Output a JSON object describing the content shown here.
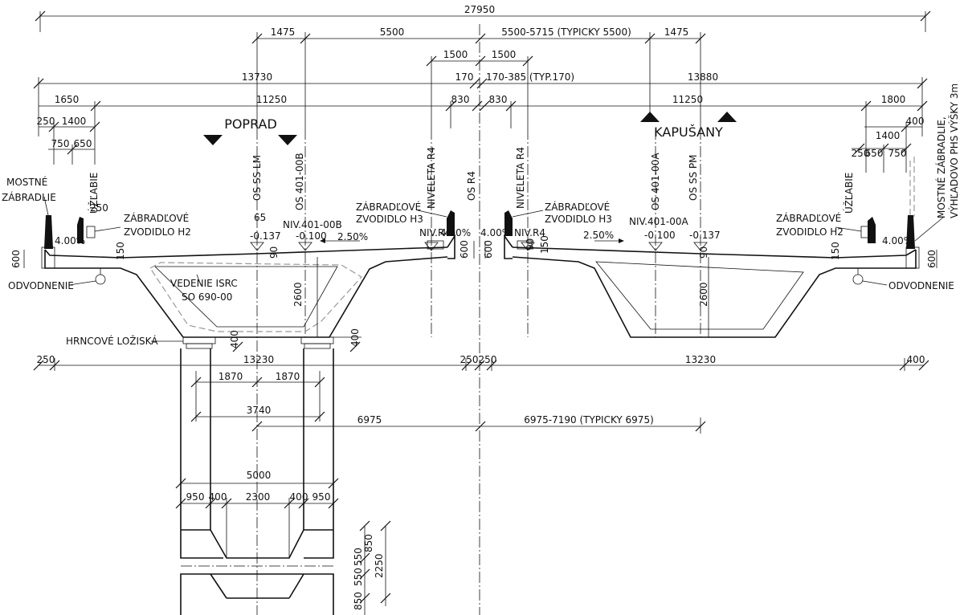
{
  "dims_top": {
    "total": "27950",
    "left_1475": "1475",
    "left_5500": "5500",
    "right_5500": "5500-5715 (TYPICKY 5500)",
    "right_1475": "1475",
    "c1500_l": "1500",
    "c1500_r": "1500",
    "left_13730": "13730",
    "c170": "170",
    "c170_385": "170-385 (TYP.170)",
    "right_13880": "13880",
    "left_1650": "1650",
    "left_11250": "11250",
    "c830_l": "830",
    "c830_r": "830",
    "right_11250": "11250",
    "right_1800": "1800",
    "l250": "250",
    "l1400": "1400",
    "l750": "750",
    "l650": "650",
    "r400": "400",
    "r1400": "1400",
    "r250": "250",
    "r650": "650",
    "r750": "750"
  },
  "directions": {
    "left": "POPRAD",
    "right": "KAPUŠANY"
  },
  "vertical_labels": {
    "uzlabie_l": "ÚŽĽABIE",
    "os_ss_lm": "OS SS LM",
    "os_401_00b": "OS 401-00B",
    "niveleta_l": "NIVELETA R4",
    "os_r4": "OS R4",
    "niveleta_r": "NIVELETA R4",
    "os_401_00a": "OS 401-00A",
    "os_ss_pm": "OS SS PM",
    "uzlabie_r": "ÚŽĽABIE",
    "phs_1": "MOSTNÉ ZÁBRADLIE,",
    "phs_2": "VÝHĽADOVO PHS VÝŠKY 3m"
  },
  "annotations": {
    "mostne_1": "MOSTNÉ",
    "mostne_2": "ZÁBRADLIE",
    "zvod_h2_l1": "ZÁBRADĽOVÉ",
    "zvod_h2_l2": "ZVODIDLO H2",
    "zvod_h3_l1": "ZÁBRADĽOVÉ",
    "zvod_h3_l2": "ZVODIDLO H3",
    "zvod_h3_r1": "ZÁBRADĽOVÉ",
    "zvod_h3_r2": "ZVODIDLO H3",
    "zvod_h2_r1": "ZÁBRADĽOVÉ",
    "zvod_h2_r2": "ZVODIDLO H2",
    "odvod_l": "ODVODNENIE",
    "odvod_r": "ODVODNENIE",
    "vedenie_1": "VEDENIE ISRC",
    "vedenie_2": "SO 690-00",
    "loziska": "HRNCOVÉ LOŽISKÁ",
    "v250": "250"
  },
  "levels": {
    "niv_00b": "NIV.401-00B",
    "v_0100_l": "-0.100",
    "v_0137_l": "-0.137",
    "v65": "65",
    "niv_r4_l": "NIV.R4",
    "niv_r4_r": "NIV.R4",
    "niv_00a": "NIV.401-00A",
    "v_0100_r": "-0.100",
    "v_0137_r": "-0.137"
  },
  "slopes": {
    "l400": "4.00%",
    "l250": "2.50%",
    "cl400": "4.00%",
    "cr400": "4.00%",
    "r250": "2.50%",
    "r400": "4.00%"
  },
  "section_dims": {
    "l600": "600",
    "r600": "600",
    "l150": "150",
    "r150": "150",
    "l90": "90",
    "r90": "90",
    "c600_l": "600",
    "c600_r": "600",
    "c150": "150",
    "c90": "90",
    "h2600_l": "2600",
    "h2600_r": "2600",
    "d400_a": "400",
    "d400_b": "400"
  },
  "dims_bottom": {
    "l250": "250",
    "l13230": "13230",
    "c250_l": "250",
    "c250_r": "250",
    "r13230": "13230",
    "r400": "400",
    "d1870_l": "1870",
    "d1870_r": "1870",
    "d3740": "3740",
    "d6975": "6975",
    "d6975_7190": "6975-7190 (TYPICKY 6975)",
    "d5000": "5000",
    "d950_l": "950",
    "d400_l": "400",
    "d2300": "2300",
    "d400_r": "400",
    "d950_r": "950",
    "d850_a": "850",
    "d550_a": "550",
    "d550_b": "550",
    "d850_b": "850",
    "d2250": "2250"
  }
}
